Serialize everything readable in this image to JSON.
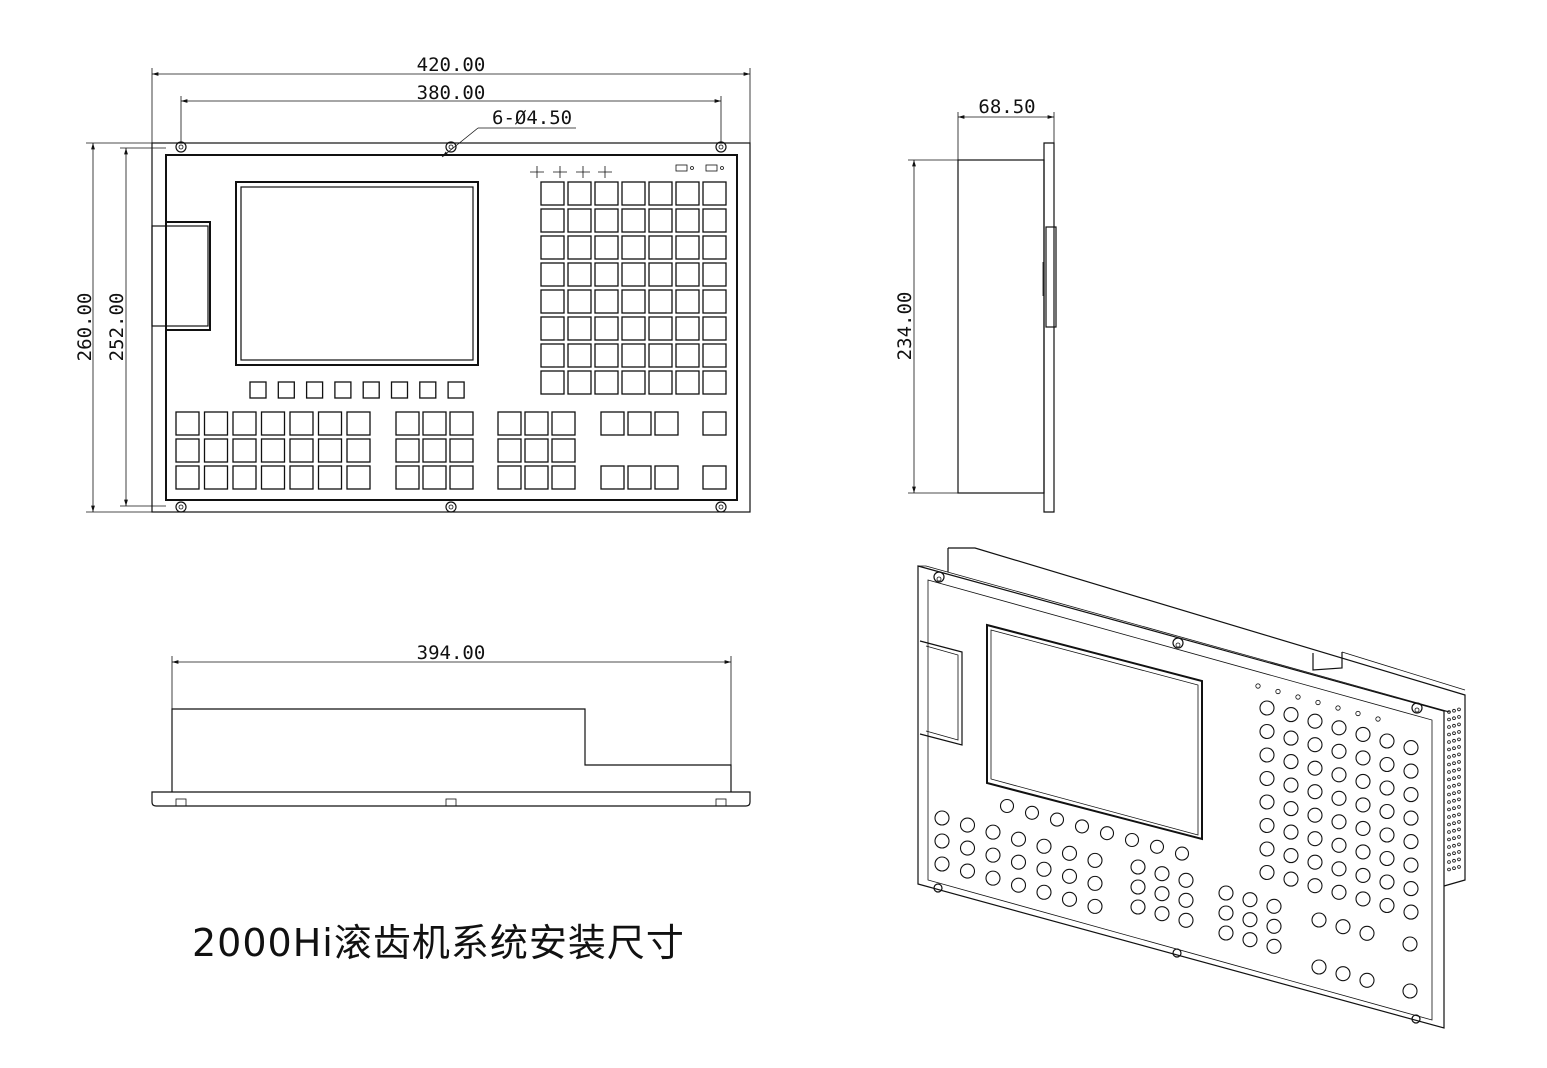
{
  "drawing": {
    "title": "2000Hi滚齿机系统安装尺寸",
    "front_view": {
      "overall_width": "420.00",
      "hole_spacing": "380.00",
      "holes": "6-Ø4.50",
      "overall_height": "260.00",
      "inner_height": "252.00"
    },
    "side_view": {
      "depth": "68.50",
      "height": "234.00"
    },
    "top_view": {
      "body_width": "394.00"
    }
  }
}
